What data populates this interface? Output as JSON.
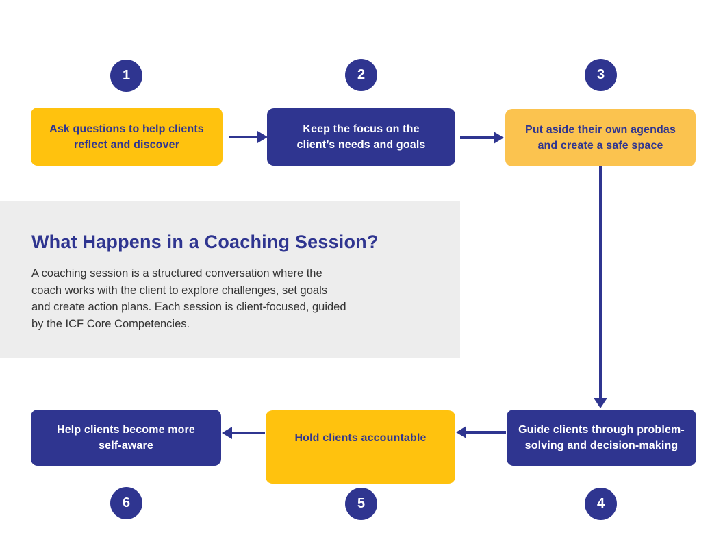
{
  "colors": {
    "primary_blue": "#2F3590",
    "yellow": "#FFC20E",
    "amber": "#FBC34F",
    "panel_gray": "#EDEDED",
    "body_text": "#333333",
    "white": "#FFFFFF"
  },
  "info_panel": {
    "title": "What Happens in a Coaching Session?",
    "body_lines": [
      "A coaching session is a structured conversation where the",
      "coach works with the client to explore challenges, set goals",
      "and create action plans. Each session is client-focused, guided",
      "by the ICF Core Competencies."
    ]
  },
  "steps": [
    {
      "number": "1",
      "variant": "yellow",
      "lines": [
        "Ask questions to help clients",
        "reflect and discover"
      ]
    },
    {
      "number": "2",
      "variant": "blue",
      "lines": [
        "Keep the focus on the",
        "client’s needs and goals"
      ]
    },
    {
      "number": "3",
      "variant": "amber",
      "lines": [
        "Put aside their own agendas",
        "and create a safe space"
      ]
    },
    {
      "number": "4",
      "variant": "blue",
      "lines": [
        "Guide clients through problem-",
        "solving and decision-making"
      ]
    },
    {
      "number": "5",
      "variant": "yellow",
      "lines": [
        "Hold clients accountable"
      ]
    },
    {
      "number": "6",
      "variant": "blue",
      "lines": [
        "Help clients become more",
        "self-aware"
      ]
    }
  ]
}
